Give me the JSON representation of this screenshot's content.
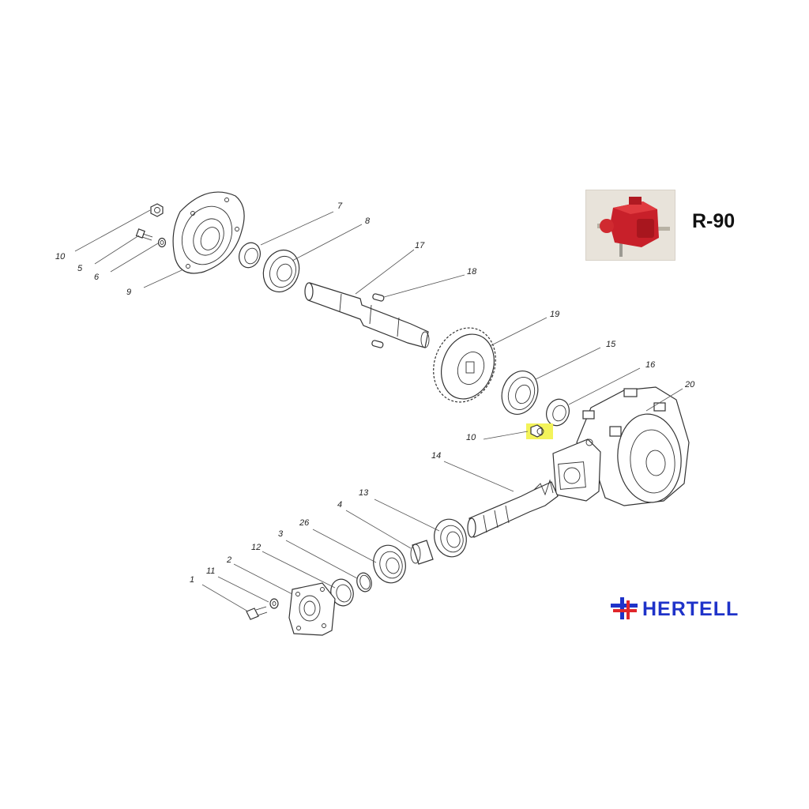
{
  "diagram": {
    "model": "R-90",
    "brand": {
      "name": "HERTELL",
      "color": "#1f33c9",
      "accent": "#e0262b"
    },
    "highlight_color": "#f3f35a",
    "callouts": [
      {
        "id": "c10a",
        "label": "10"
      },
      {
        "id": "c5",
        "label": "5"
      },
      {
        "id": "c6",
        "label": "6"
      },
      {
        "id": "c9",
        "label": "9"
      },
      {
        "id": "c7",
        "label": "7"
      },
      {
        "id": "c8",
        "label": "8"
      },
      {
        "id": "c17",
        "label": "17"
      },
      {
        "id": "c18",
        "label": "18"
      },
      {
        "id": "c19",
        "label": "19"
      },
      {
        "id": "c15",
        "label": "15"
      },
      {
        "id": "c16",
        "label": "16"
      },
      {
        "id": "c20",
        "label": "20"
      },
      {
        "id": "c10b",
        "label": "10"
      },
      {
        "id": "c14",
        "label": "14"
      },
      {
        "id": "c13",
        "label": "13"
      },
      {
        "id": "c4",
        "label": "4"
      },
      {
        "id": "c26",
        "label": "26"
      },
      {
        "id": "c3",
        "label": "3"
      },
      {
        "id": "c12",
        "label": "12"
      },
      {
        "id": "c2",
        "label": "2"
      },
      {
        "id": "c11",
        "label": "11"
      },
      {
        "id": "c1",
        "label": "1"
      }
    ]
  }
}
